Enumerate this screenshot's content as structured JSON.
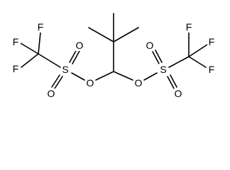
{
  "structure": {
    "atoms": {
      "f1": "F",
      "f2": "F",
      "f3": "F",
      "s1": "S",
      "o1a": "O",
      "o1b": "O",
      "o1": "O",
      "o2": "O",
      "s2": "S",
      "o2a": "O",
      "o2b": "O",
      "f4": "F",
      "f5": "F",
      "f6": "F"
    }
  }
}
